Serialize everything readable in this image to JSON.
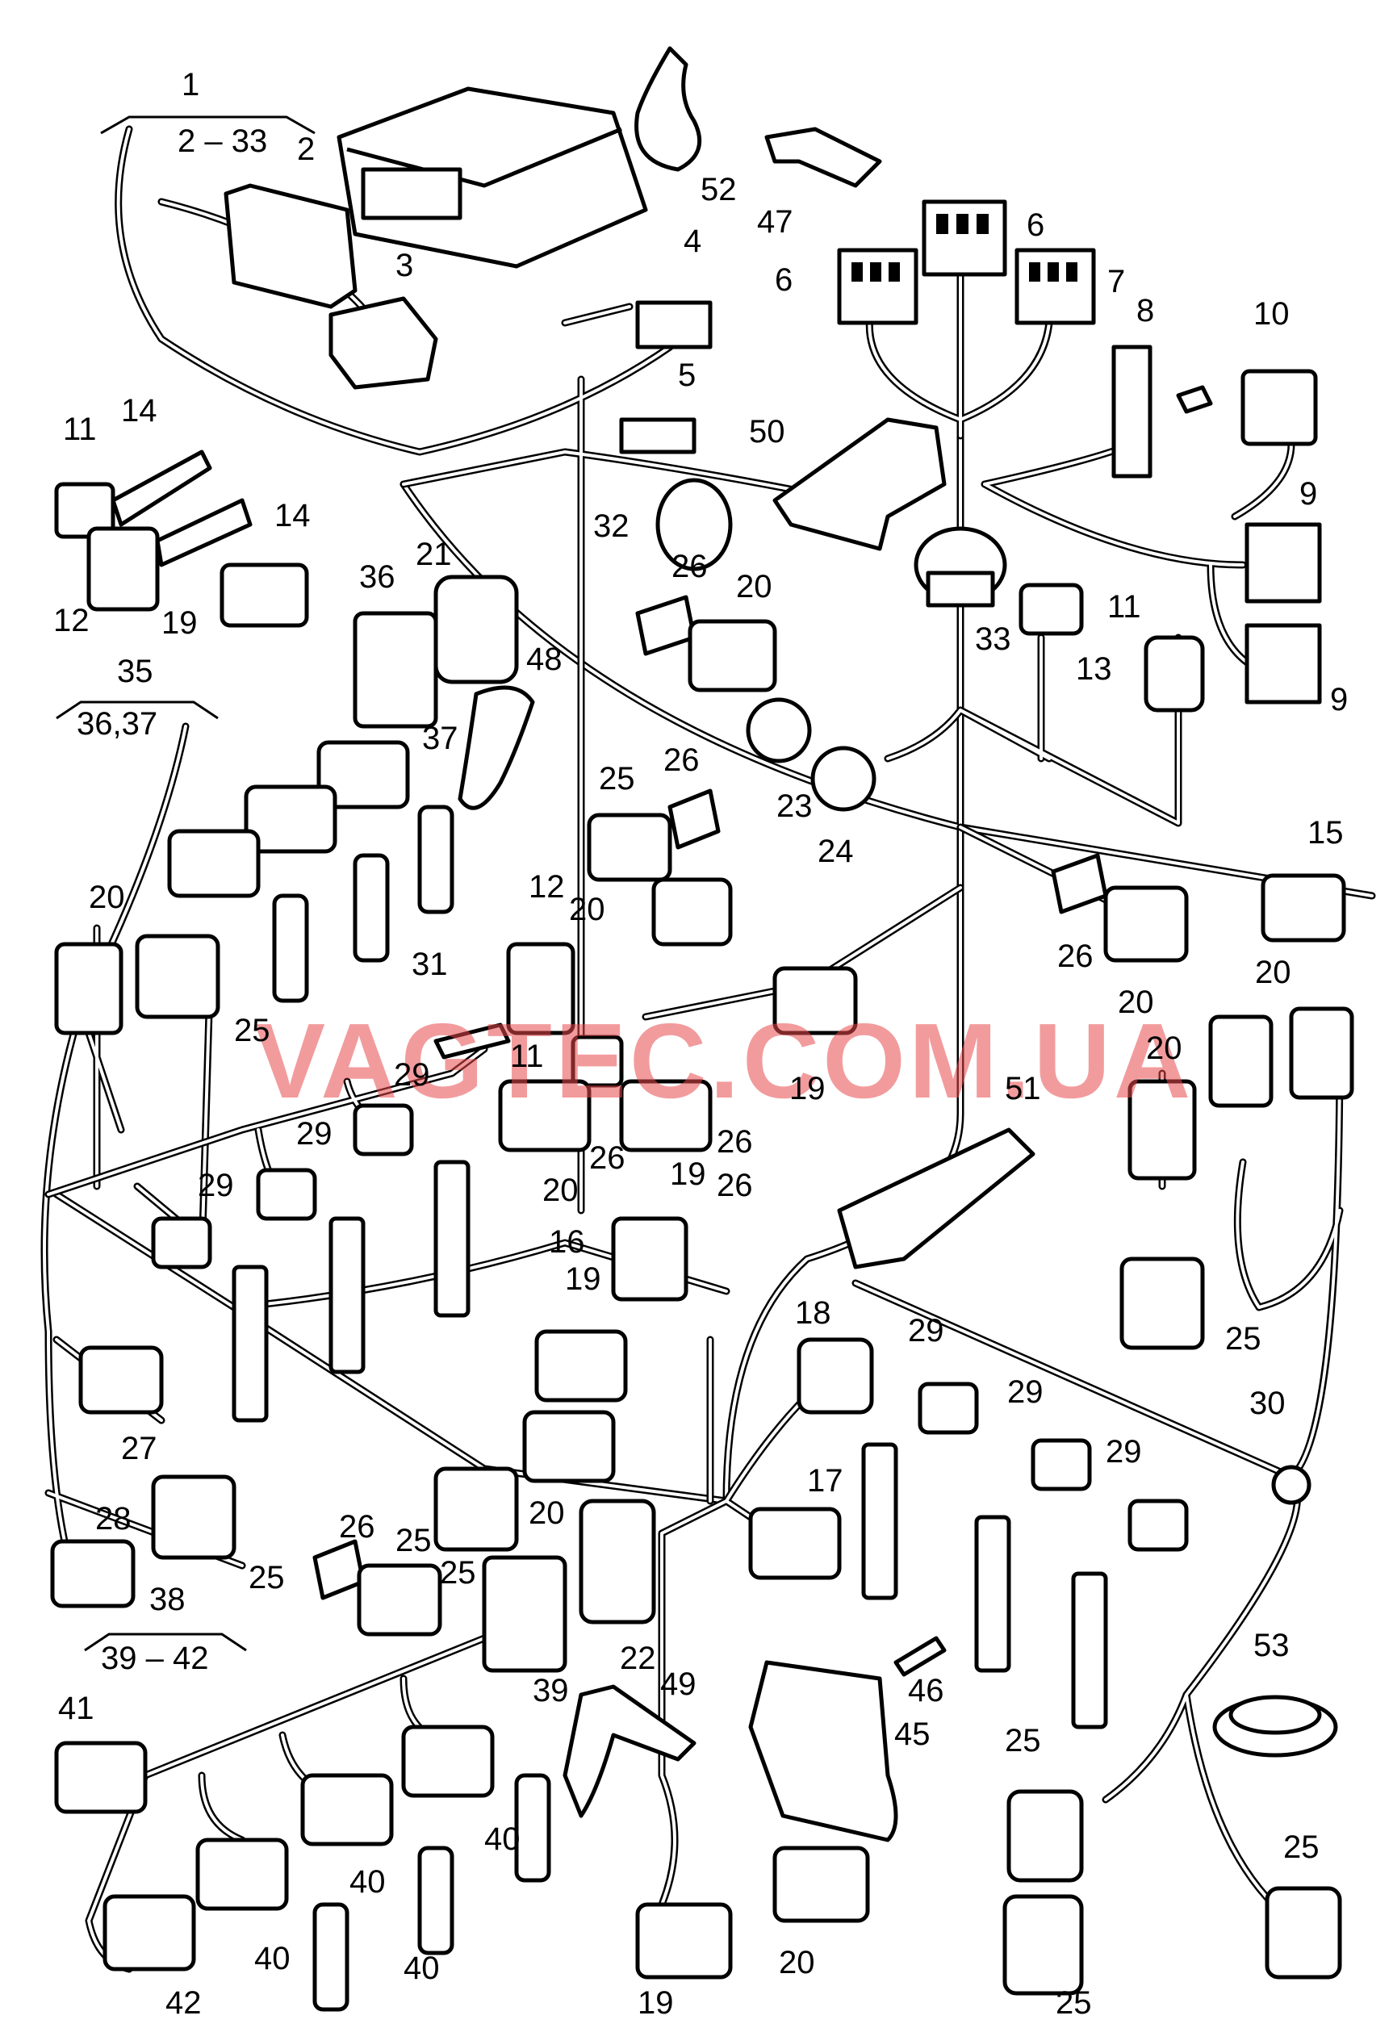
{
  "watermark": "VAGTEC.COM.UA",
  "labels": {
    "l1": "1",
    "l1r": "2 – 33",
    "l2": "2",
    "l3": "3",
    "l4": "4",
    "l5": "5",
    "l6a": "6",
    "l6b": "6",
    "l7": "7",
    "l8": "8",
    "l9a": "9",
    "l9b": "9",
    "l10": "10",
    "l11a": "11",
    "l11b": "11",
    "l11c": "11",
    "l12a": "12",
    "l12b": "12",
    "l13": "13",
    "l14a": "14",
    "l14b": "14",
    "l15": "15",
    "l16": "16",
    "l17": "17",
    "l18": "18",
    "l19a": "19",
    "l19b": "19",
    "l19c": "19",
    "l19d": "19",
    "l19e": "19",
    "l20a": "20",
    "l20b": "20",
    "l20c": "20",
    "l20d": "20",
    "l20e": "20",
    "l20f": "20",
    "l20g": "20",
    "l20h": "20",
    "l21": "21",
    "l22": "22",
    "l23": "23",
    "l24": "24",
    "l25a": "25",
    "l25b": "25",
    "l25c": "25",
    "l25d": "25",
    "l25e": "25",
    "l25f": "25",
    "l25g": "25",
    "l25h": "25",
    "l25i": "25",
    "l26a": "26",
    "l26b": "26",
    "l26c": "26",
    "l26d": "26",
    "l26e": "26",
    "l26f": "26",
    "l26g": "26",
    "l27": "27",
    "l28": "28",
    "l29a": "29",
    "l29b": "29",
    "l29c": "29",
    "l29d": "29",
    "l29e": "29",
    "l29f": "29",
    "l30": "30",
    "l31": "31",
    "l32": "32",
    "l33": "33",
    "l35": "35",
    "l35r": "36,37",
    "l36": "36",
    "l37": "37",
    "l38": "38",
    "l38r": "39 – 42",
    "l39": "39",
    "l40a": "40",
    "l40b": "40",
    "l40c": "40",
    "l40d": "40",
    "l41": "41",
    "l42": "42",
    "l45": "45",
    "l46": "46",
    "l47": "47",
    "l48": "48",
    "l49": "49",
    "l50": "50",
    "l51": "51",
    "l52": "52",
    "l53": "53"
  }
}
